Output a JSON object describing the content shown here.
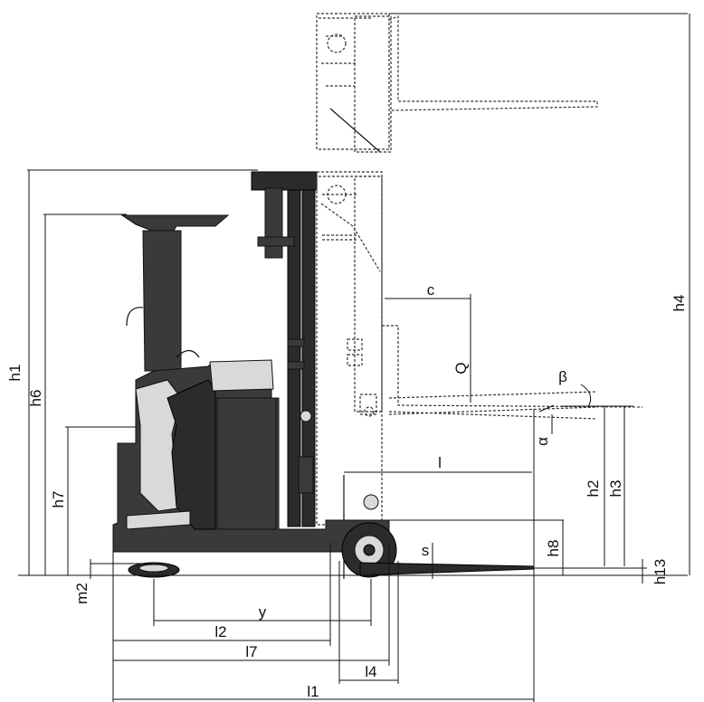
{
  "labels": {
    "h1": "h1",
    "h6": "h6",
    "h7": "h7",
    "m2": "m2",
    "y": "y",
    "l2": "l2",
    "l7": "l7",
    "l4": "l4",
    "l1": "l1",
    "l": "l",
    "c": "c",
    "Q": "Q",
    "beta": "β",
    "alpha": "α",
    "s": "s",
    "h8": "h8",
    "h2": "h2",
    "h3": "h3",
    "h13": "h13",
    "h4": "h4"
  },
  "colors": {
    "body": "#3a3a3a",
    "body_dark": "#2b2b2b",
    "panel": "#d9d9d9",
    "line": "#111111"
  }
}
